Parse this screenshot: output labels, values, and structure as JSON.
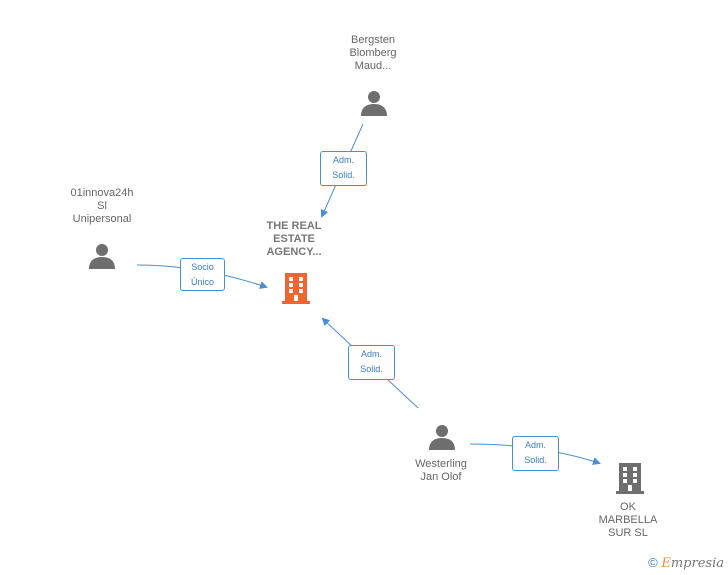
{
  "nodes": {
    "main_company": {
      "label": "THE REAL\nESTATE\nAGENCY...",
      "color": "#f26531",
      "icon": "building-icon"
    },
    "bergsten": {
      "label": "Bergsten\nBlomberg\nMaud...",
      "icon": "person-icon"
    },
    "innova": {
      "label": "01innova24h\nSl\nUnipersonal",
      "icon": "person-icon"
    },
    "westerling": {
      "label": "Westerling\nJan Olof",
      "icon": "person-icon"
    },
    "ok_marbella": {
      "label": "OK\nMARBELLA\nSUR SL",
      "icon": "building-icon"
    }
  },
  "edges": [
    {
      "from": "bergsten",
      "to": "main_company",
      "label": "Adm.\nSolid."
    },
    {
      "from": "innova",
      "to": "main_company",
      "label": "Socio\nÚnico"
    },
    {
      "from": "westerling",
      "to": "main_company",
      "label": "Adm.\nSolid."
    },
    {
      "from": "westerling",
      "to": "ok_marbella",
      "label": "Adm.\nSolid."
    }
  ],
  "colors": {
    "edge": "#4a8fd6",
    "person": "#6e6e6e",
    "company": "#6e6e6e",
    "main_company": "#f26531"
  },
  "footer": {
    "copyright_symbol": "©",
    "brand_initial": "E",
    "brand_rest": "mpresia"
  }
}
